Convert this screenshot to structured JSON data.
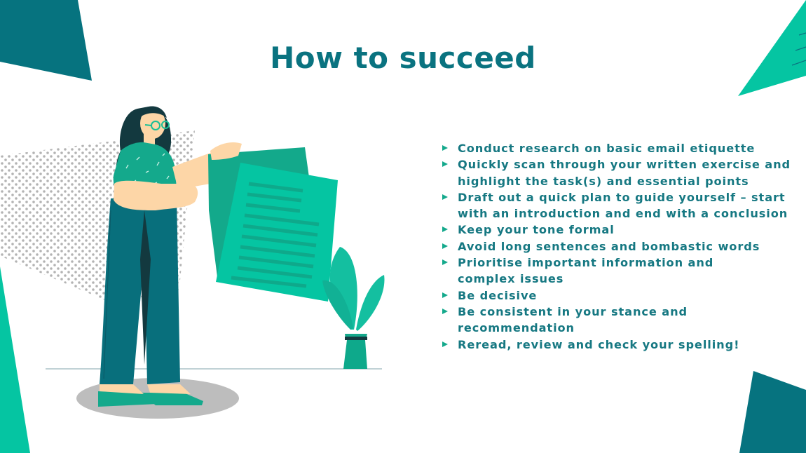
{
  "slide": {
    "title": "How to succeed",
    "colors": {
      "teal_dark": "#06737f",
      "teal_bright": "#05c5a2",
      "text": "#167882",
      "skin": "#fdd6a7",
      "shadow": "#bdbdbd",
      "dots": "#b3b3b3"
    },
    "bullets": [
      {
        "lines": [
          "Conduct research on basic email etiquette"
        ]
      },
      {
        "lines": [
          "Quickly scan through your written exercise and",
          "highlight the task(s) and essential points"
        ]
      },
      {
        "lines": [
          "Draft out a quick plan to guide yourself – start",
          "with an introduction and end with a conclusion"
        ]
      },
      {
        "lines": [
          "Keep your tone formal"
        ]
      },
      {
        "lines": [
          "Avoid long sentences and bombastic words"
        ]
      },
      {
        "lines": [
          "Prioritise important information and",
          "complex issues"
        ]
      },
      {
        "lines": [
          "Be decisive"
        ]
      },
      {
        "lines": [
          "Be consistent in your stance and recommendation"
        ]
      },
      {
        "lines": [
          "Reread, review and check your spelling!"
        ]
      }
    ],
    "illustration": {
      "subject": "woman-holding-documents",
      "elements": [
        "woman-with-glasses",
        "documents",
        "potted-plant",
        "dotted-backdrop",
        "floor-shadow"
      ]
    }
  }
}
